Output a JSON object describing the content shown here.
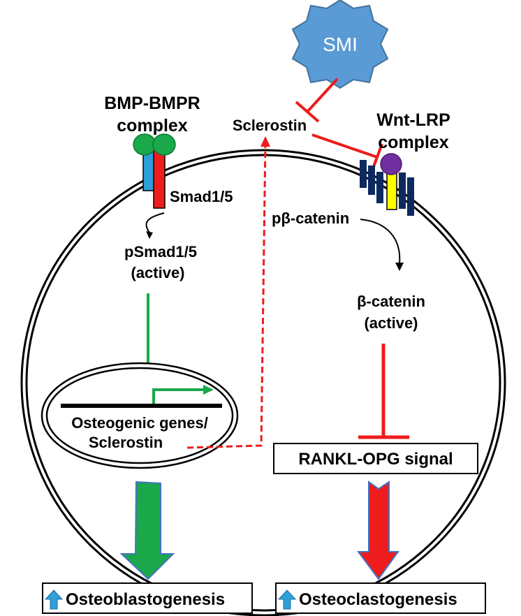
{
  "smi": {
    "label": "SMI"
  },
  "bmp": {
    "title_line1": "BMP-BMPR",
    "title_line2": "complex",
    "smad": "Smad1/5",
    "psmad_line1": "pSmad1/5",
    "psmad_line2": "(active)"
  },
  "sclerostin": {
    "label": "Sclerostin"
  },
  "wnt": {
    "title_line1": "Wnt-LRP",
    "title_line2": "complex",
    "pbeta": "pβ-catenin",
    "beta_line1": "β-catenin",
    "beta_line2": "(active)"
  },
  "nucleus": {
    "genes_line1": "Osteogenic genes/",
    "genes_line2": "Sclerostin"
  },
  "rankl": {
    "label": "RANKL-OPG signal"
  },
  "outcomes": {
    "left": "Osteoblastogenesis",
    "right": "Osteoclastogenesis"
  },
  "colors": {
    "green": "#1aa84a",
    "red": "#ee1c1c",
    "blue": "#2e9fd8",
    "navy": "#0d2a5e",
    "purple": "#7030a0",
    "yellow": "#ffff00",
    "smi": "#5b9bd5"
  },
  "icons": {
    "up_arrow": "up-arrow-icon"
  }
}
